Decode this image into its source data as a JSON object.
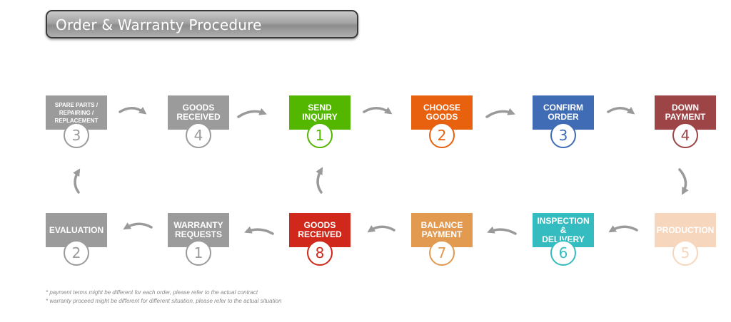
{
  "title": "Order & Warranty Procedure",
  "colors": {
    "send_inquiry": "#53b700",
    "choose_goods": "#e8610f",
    "confirm_order": "#3f6cb5",
    "down_payment": "#9c4446",
    "production": "#f6d6bd",
    "inspection_delivery": "#35bcc0",
    "balance_payment": "#e29a50",
    "goods_received_order": "#d0281a",
    "warranty_gray": "#9b9b9b",
    "arrow": "#9a9a9a"
  },
  "order_steps": [
    {
      "label": "SEND\nINQUIRY",
      "number": "1"
    },
    {
      "label": "CHOOSE\nGOODS",
      "number": "2"
    },
    {
      "label": "CONFIRM\nORDER",
      "number": "3"
    },
    {
      "label": "DOWN\nPAYMENT",
      "number": "4"
    },
    {
      "label": "PRODUCTION",
      "number": "5"
    },
    {
      "label": "INSPECTION\n&\nDELIVERY",
      "number": "6"
    },
    {
      "label": "BALANCE\nPAYMENT",
      "number": "7"
    },
    {
      "label": "GOODS\nRECEIVED",
      "number": "8"
    }
  ],
  "warranty_steps": [
    {
      "label": "WARRANTY\nREQUESTS",
      "number": "1"
    },
    {
      "label": "EVALUATION",
      "number": "2"
    },
    {
      "label": "SPARE PARTS /\nREPAIRING /\nREPLACEMENT",
      "number": "3"
    },
    {
      "label": "GOODS\nRECEIVED",
      "number": "4"
    }
  ],
  "notes": [
    "* payment terms might be different for each order, please refer to the actual contract",
    "* warranty proceed might be different for different situation, please refer to the actual situation"
  ]
}
